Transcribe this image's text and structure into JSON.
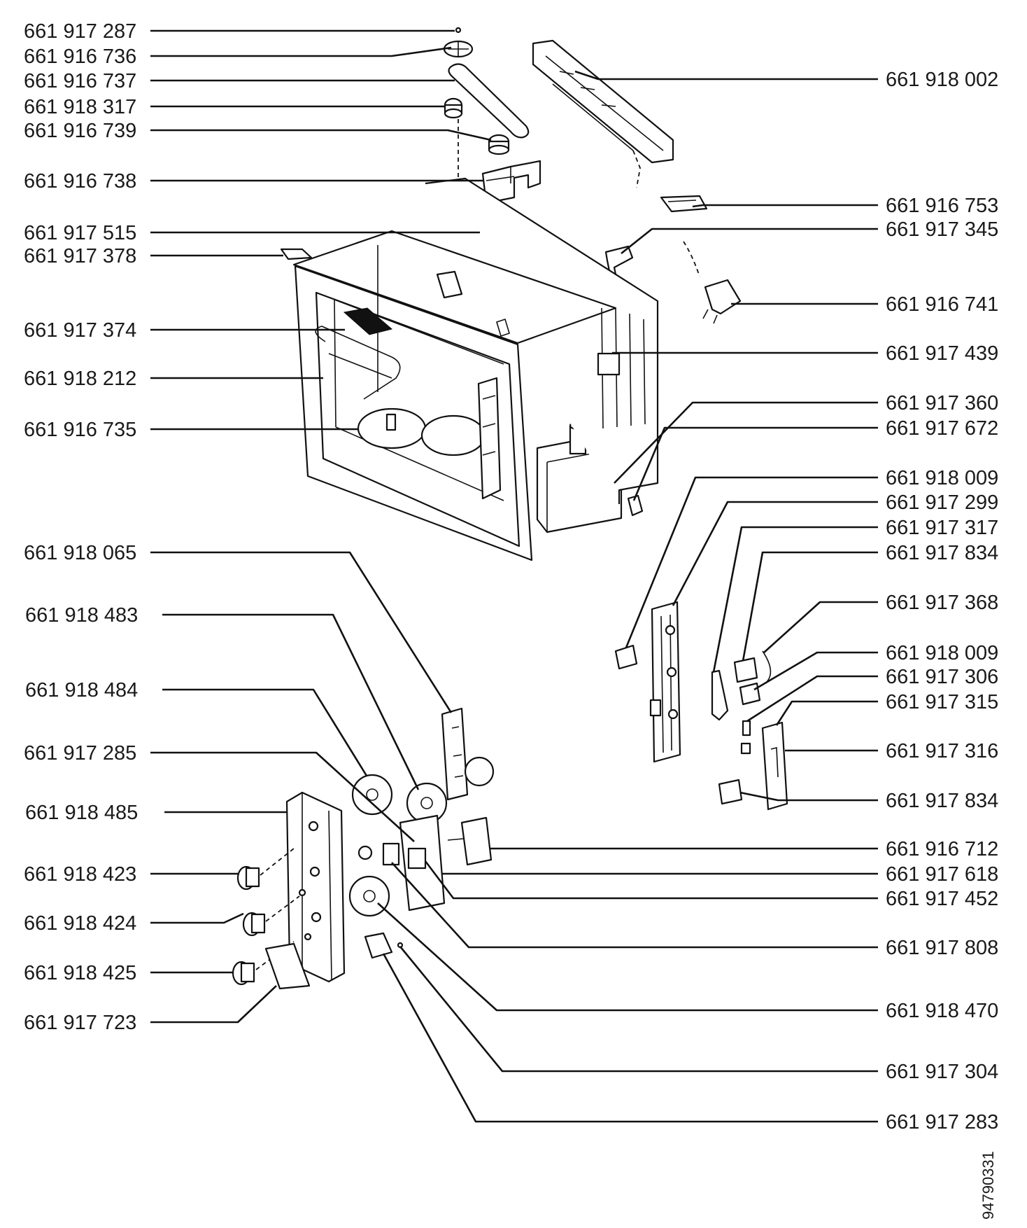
{
  "left_labels": [
    "661 917 287",
    "661 916 736",
    "661 916 737",
    "661 918 317",
    "661 916 739",
    "661 916 738",
    "661 917 515",
    "661 917 378",
    "661 917 374",
    "661 918 212",
    "661 916 735",
    "661 918 065",
    "661 918 483",
    "661 918 484",
    "661 917 285",
    "661 918 485",
    "661 918 423",
    "661 918 424",
    "661 918 425",
    "661 917 723"
  ],
  "right_labels": [
    "661 918 002",
    "661 916 753",
    "661 917 345",
    "661 916 741",
    "661 917 439",
    "661 917 360",
    "661 917 672",
    "661 918 009",
    "661 917 299",
    "661 917 317",
    "661 917 834",
    "661 917 368",
    "661 918 009",
    "661 917 306",
    "661 917 315",
    "661 917 316",
    "661 917 834",
    "661 916 712",
    "661 917 618",
    "661 917 452",
    "661 917 808",
    "661 918 470",
    "661 917 304",
    "661 917 283"
  ],
  "drawing_code": "94790331"
}
